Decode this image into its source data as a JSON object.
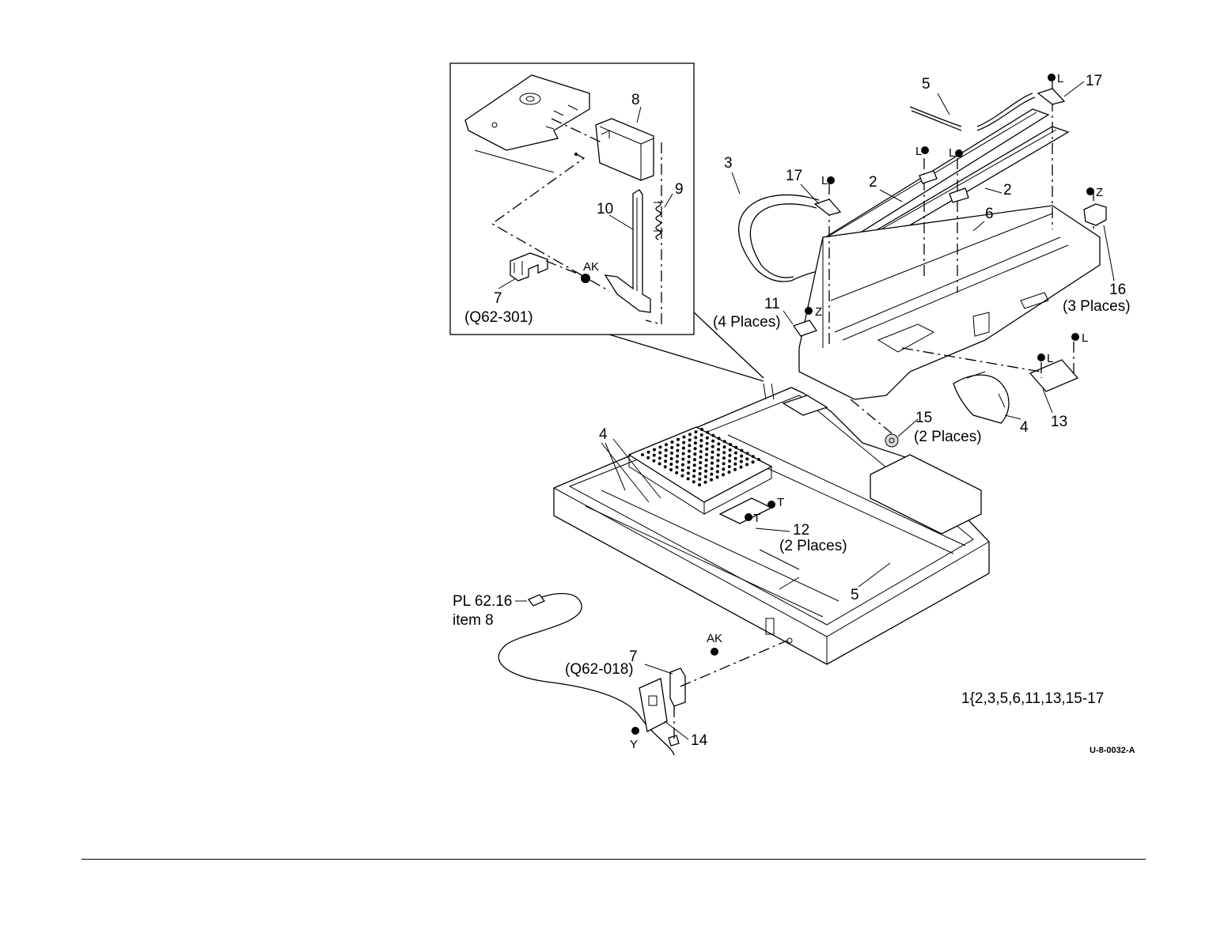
{
  "diagram": {
    "figure_id": "U-8-0032-A",
    "note": "1{2,3,5,6,11,13,15-17",
    "inset": {
      "labels": {
        "item8": "8",
        "item9": "9",
        "item10": "10",
        "item7": "7",
        "item7_ref": "(Q62-301)",
        "ak": "AK"
      }
    },
    "main": {
      "labels": {
        "item5_top": "5",
        "item17_right": "17",
        "item3": "3",
        "item17_left": "17",
        "item2_left": "2",
        "item2_right": "2",
        "item6": "6",
        "item16": "16",
        "item16_places": "(3 Places)",
        "item11": "11",
        "item11_places": "(4 Places)",
        "item15": "15",
        "item15_places": "(2 Places)",
        "item4_right": "4",
        "item13": "13",
        "item4_left": "4",
        "item12": "12",
        "item12_places": "(2 Places)",
        "item5_bottom": "5",
        "pl_ref": "PL 62.16",
        "pl_item": "item 8",
        "item7_bottom": "7",
        "item7_bottom_ref": "(Q62-018)",
        "item14": "14"
      },
      "screw_codes": {
        "l1": "L",
        "l2": "L",
        "l3": "L",
        "l4": "L",
        "l5": "L",
        "l6": "L",
        "z1": "Z",
        "z2": "Z",
        "t1": "T",
        "t2": "T",
        "ak": "AK",
        "y": "Y"
      }
    }
  }
}
